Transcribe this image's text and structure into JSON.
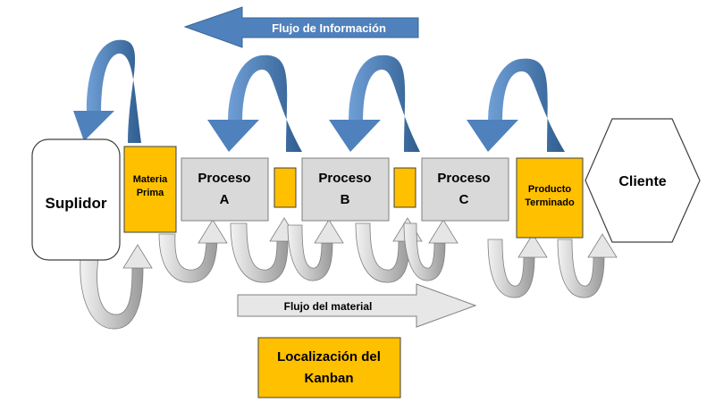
{
  "info_flow": {
    "label": "Flujo de Información",
    "color": "#4a7ebb"
  },
  "material_flow": {
    "label": "Flujo del material",
    "color": "#d9d9d9"
  },
  "supplier": {
    "label": "Suplidor"
  },
  "raw_material": {
    "line1": "Materia",
    "line2": "Prima"
  },
  "process_a": {
    "line1": "Proceso",
    "line2": "A"
  },
  "process_b": {
    "line1": "Proceso",
    "line2": "B"
  },
  "process_c": {
    "line1": "Proceso",
    "line2": "C"
  },
  "finished_product": {
    "line1": "Producto",
    "line2": "Terminado"
  },
  "customer": {
    "label": "Cliente"
  },
  "kanban_legend": {
    "line1": "Localización del",
    "line2": "Kanban"
  },
  "colors": {
    "kanban": "#ffc000",
    "process": "#d9d9d9",
    "info_arrow": "#4a7ebb",
    "info_arrow_dark": "#3a6596",
    "material_arrow": "#dedede",
    "material_arrow_dark": "#a6a6a6"
  }
}
